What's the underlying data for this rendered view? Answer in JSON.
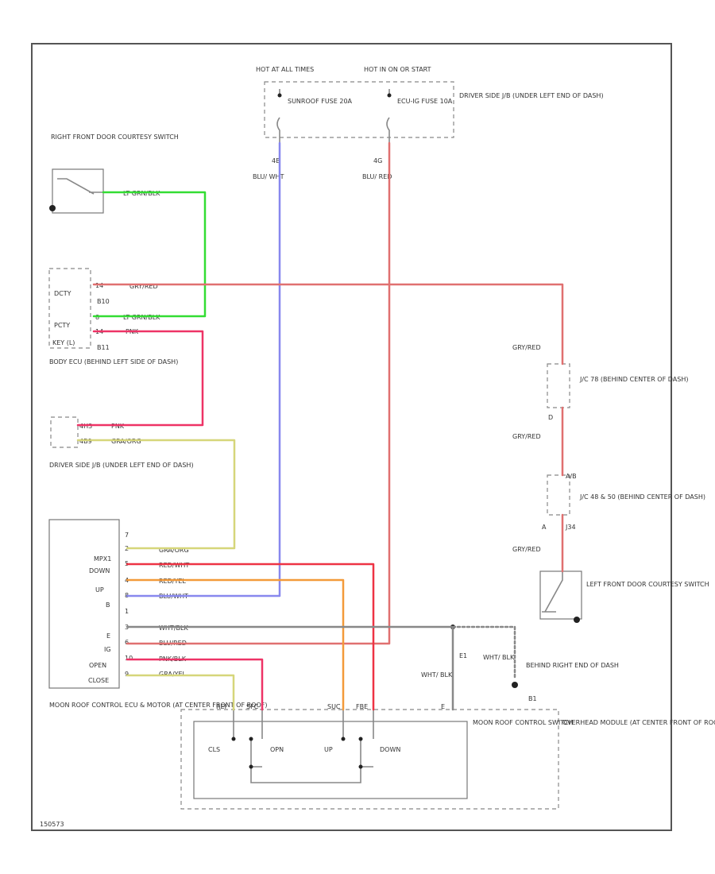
{
  "colors": {
    "wire_lt_grn_blk": "#33dd33",
    "wire_gry_red": "#e07070",
    "wire_pnk": "#ee3366",
    "wire_gra_org": "#d6d67a",
    "wire_red_wht": "#ee3344",
    "wire_red_yel": "#f39a3a",
    "wire_blu_wht": "#8888ee",
    "wire_blu_red": "#dd6677",
    "wire_gray": "#888888"
  },
  "power": {
    "hot_at_all_times": "HOT AT ALL TIMES",
    "hot_in_on": "HOT IN ON OR START",
    "sunroof_fuse": "SUNROOF FUSE 20A",
    "ecu_ig_fuse": "ECU-IG FUSE 10A",
    "driver_side_jb": "DRIVER SIDE J/B (UNDER LEFT END OF DASH)",
    "pin_left": "4B",
    "pin_right": "4G",
    "wire_left": "BLU/ WHT",
    "wire_right": "BLU/ RED"
  },
  "right_door_switch": {
    "label": "RIGHT FRONT DOOR COURTESY SWITCH",
    "wire": "LT GRN/BLK"
  },
  "body_ecu": {
    "label": "BODY ECU (BEHIND LEFT SIDE OF DASH)",
    "dcty": "DCTY",
    "pcty": "PCTY",
    "key": "KEY (L)",
    "conn_top": "B10",
    "conn_bottom": "B11",
    "pin_dcty": "14",
    "pin_pcty": "8",
    "pin_key": "14",
    "wire_dcty": "GRY/RED",
    "wire_pcty": "LT GRN/BLK",
    "wire_key": "PNK"
  },
  "driver_jb_2": {
    "label": "DRIVER SIDE J/B (UNDER LEFT END OF DASH)",
    "pin_a": "4H3",
    "pin_b": "4B9",
    "wire_a": "PNK",
    "wire_b": "GRA/ORG"
  },
  "jc_right": {
    "wire_1": "GRY/RED",
    "jc78": "J/C 78 (BEHIND CENTER OF DASH)",
    "pin_d": "D",
    "wire_2": "GRY/RED",
    "jc_abc": "J/C 48 & 50 (BEHIND CENTER OF DASH)",
    "pin_ab": "A/B",
    "pin_a": "A",
    "pin_j34": "J34",
    "wire_3": "GRY/RED"
  },
  "left_door_switch": {
    "label": "LEFT FRONT DOOR COURTESY SWITCH"
  },
  "moonroof_ecu": {
    "label": "MOON ROOF CONTROL ECU & MOTOR (AT CENTER FRONT OF ROOF)",
    "pins": [
      "MPX1",
      "DOWN",
      "UP",
      "B",
      "E",
      "IG",
      "OPEN",
      "CLOSE"
    ],
    "wires": [
      "GRA/ORG",
      "RED/WHT",
      "RED/YEL",
      "BLU/WHT",
      "WHT/BLK",
      "BLU/RED",
      "PNK/BLK",
      "GRA/YEL"
    ],
    "pin_numbers": [
      "7",
      "2",
      "5",
      "4",
      "8",
      "1",
      "3",
      "6",
      "10",
      "9"
    ]
  },
  "ground": {
    "label": "BEHIND RIGHT END OF DASH",
    "id": "B1",
    "wire": "WHT/ BLK",
    "wire_2": "WHT/ BLK",
    "splice": "E1"
  },
  "overhead": {
    "label": "OVERHEAD MODULE (AT CENTER FRONT OF ROOF)",
    "switch_label": "MOON ROOF CONTROL SWITCH",
    "pins": [
      "REI",
      "SFC",
      "SUC",
      "FBE",
      "E"
    ],
    "buttons": [
      "CLS",
      "OPN",
      "UP",
      "DOWN"
    ]
  },
  "footer": {
    "code": "150573"
  }
}
